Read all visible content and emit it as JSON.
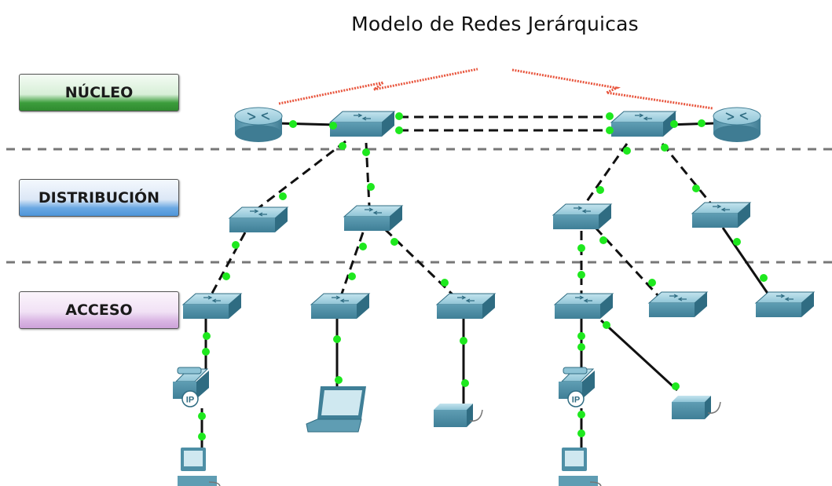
{
  "title": "Modelo de Redes Jerárquicas",
  "layers": {
    "core": "NÚCLEO",
    "distribution": "DISTRIBUCIÓN",
    "access": "ACCESO"
  },
  "device_labels": {
    "ip_phone_badge": "IP"
  },
  "colors": {
    "link_dot": "#1ee81e",
    "wan_link": "#e8553d",
    "device_top": "#9fd0de",
    "device_front": "#4e8fa6",
    "device_side": "#2f6c82",
    "separator": "#777777"
  },
  "icons": {
    "router": "router-icon",
    "switch": "switch-icon",
    "ip_phone": "ip-phone-icon",
    "laptop": "laptop-icon",
    "pc": "desktop-pc-icon",
    "printer": "printer-icon"
  }
}
